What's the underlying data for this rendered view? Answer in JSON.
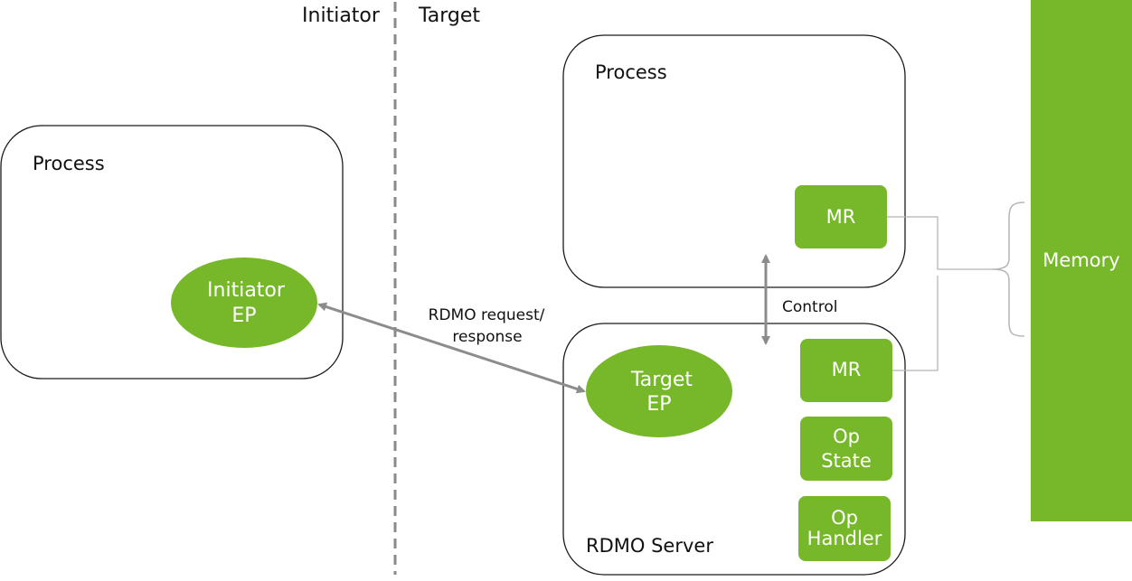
{
  "diagram": {
    "header": {
      "initiator_label": "Initiator",
      "target_label": "Target"
    },
    "initiator_process": {
      "title": "Process",
      "endpoint": [
        "Initiator",
        "EP"
      ]
    },
    "target_process": {
      "title": "Process",
      "mr_label": "MR"
    },
    "rdmo_server": {
      "title": "RDMO Server",
      "endpoint": [
        "Target",
        "EP"
      ],
      "mr_label": "MR",
      "op_state": [
        "Op",
        "State"
      ],
      "op_handler": [
        "Op",
        "Handler"
      ]
    },
    "connections": {
      "request_label": [
        "RDMO request/",
        "response"
      ],
      "control_label": "Control"
    },
    "memory_label": "Memory",
    "colors": {
      "accent_green": "#76b82a",
      "arrow_gray": "#8c8c8c",
      "divider_gray": "#8a8a8a",
      "box_border": "#1a1a1a",
      "bracket_gray": "#b5b5b5"
    }
  }
}
